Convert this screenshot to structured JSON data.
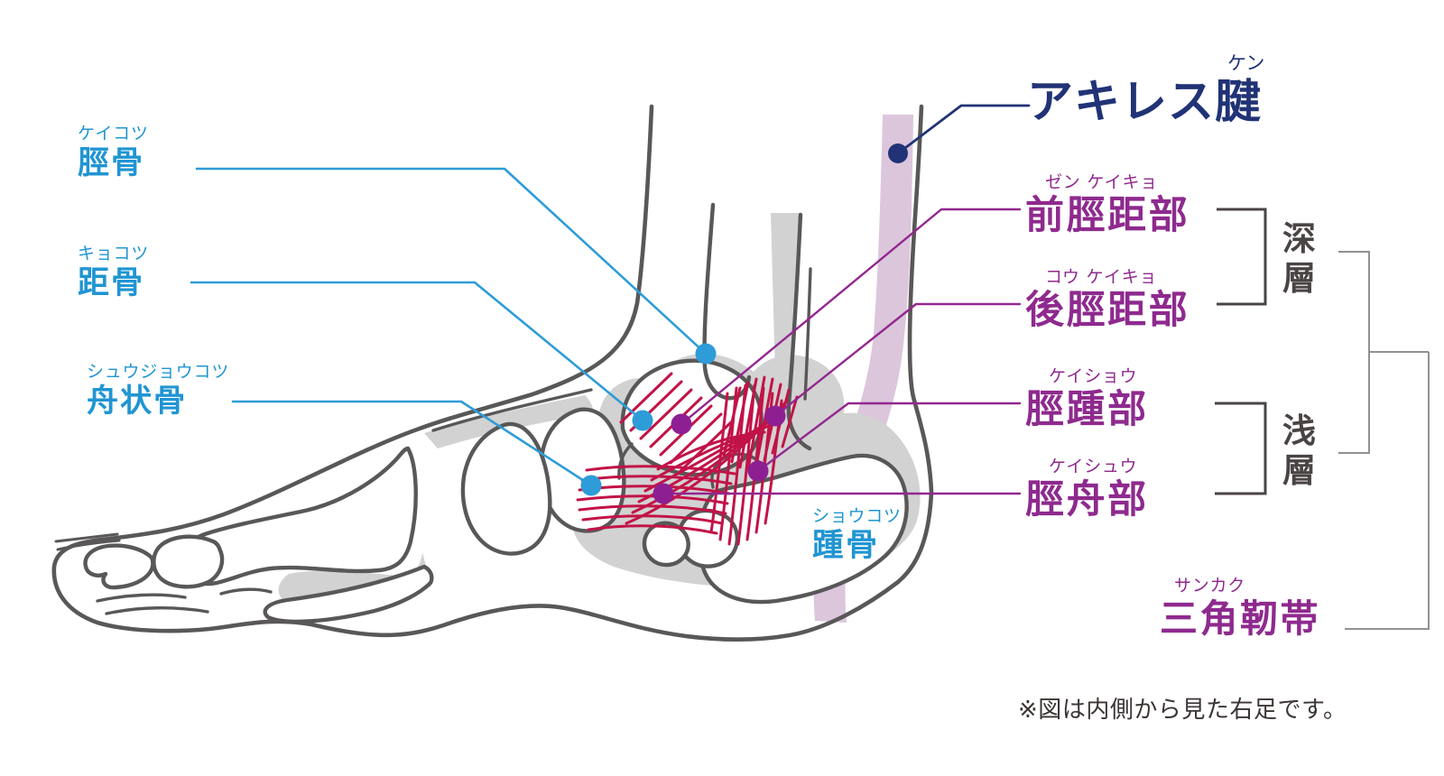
{
  "note": "※図は内側から見た右足です。",
  "colors": {
    "bone_label_blue": "#2095D2",
    "tendon_navy": "#213376",
    "ligament_purple": "#8E2A8E",
    "ligament_fiber_red": "#C21347",
    "outline_gray": "#595757",
    "shadow_gray": "#D2D2D2",
    "tendon_band_pink": "#DCC6DC",
    "bracket_dark": "#4A4444",
    "bracket_thin": "#919191"
  },
  "tendon": {
    "furigana": "ケン",
    "label": "アキレス腱"
  },
  "bones": {
    "tibia": {
      "furigana": "ケイコツ",
      "label": "脛骨"
    },
    "talus": {
      "furigana": "キョコツ",
      "label": "距骨"
    },
    "navicular": {
      "furigana": "シュウジョウコツ",
      "label": "舟状骨"
    },
    "calcaneus": {
      "furigana": "ショウコツ",
      "label": "踵骨"
    }
  },
  "ligaments": {
    "anterior_tibiotalar": {
      "furigana": "ゼン ケイキョ",
      "label": "前脛距部",
      "layer": "deep"
    },
    "posterior_tibiotalar": {
      "furigana": "コウ ケイキョ",
      "label": "後脛距部",
      "layer": "deep"
    },
    "tibiocalcaneal": {
      "furigana": "ケイショウ",
      "label": "脛踵部",
      "layer": "superficial"
    },
    "tibionavicular": {
      "furigana": "ケイシュウ",
      "label": "脛舟部",
      "layer": "superficial"
    }
  },
  "layers": {
    "deep": "深層",
    "superficial": "浅層"
  },
  "group": {
    "furigana": "サンカク",
    "label": "三角靭帯"
  }
}
